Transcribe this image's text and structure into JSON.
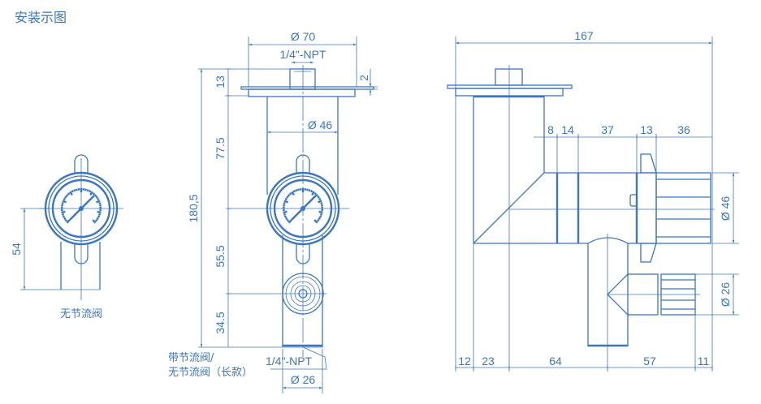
{
  "title": "安装示图",
  "colors": {
    "line": "#3b76c2"
  },
  "left_view": {
    "dim_height": "54",
    "label": "无节流阀"
  },
  "front_view": {
    "dim_flange_dia": "Ø 70",
    "thread_top": "1/4\"-NPT",
    "dim_flange_thk": "13",
    "dim_plate_thk": "2",
    "dim_body_dia": "Ø 46",
    "dim_total_height": "180,5",
    "dim_upper": "77.5",
    "dim_middle": "55.5",
    "dim_lower": "34.5",
    "label_line1": "带节流阀/",
    "label_line2": "无节流阀（长款）",
    "thread_bottom": "1/4\"-NPT",
    "dim_outlet_dia": "Ø 26"
  },
  "side_view": {
    "dim_total_width": "167",
    "top_dims": [
      "8",
      "14",
      "37",
      "13",
      "36"
    ],
    "bottom_dims": [
      "12",
      "23",
      "64",
      "57",
      "11"
    ],
    "dim_gauge_dia": "Ø 46",
    "dim_valve_dia": "Ø 26"
  }
}
